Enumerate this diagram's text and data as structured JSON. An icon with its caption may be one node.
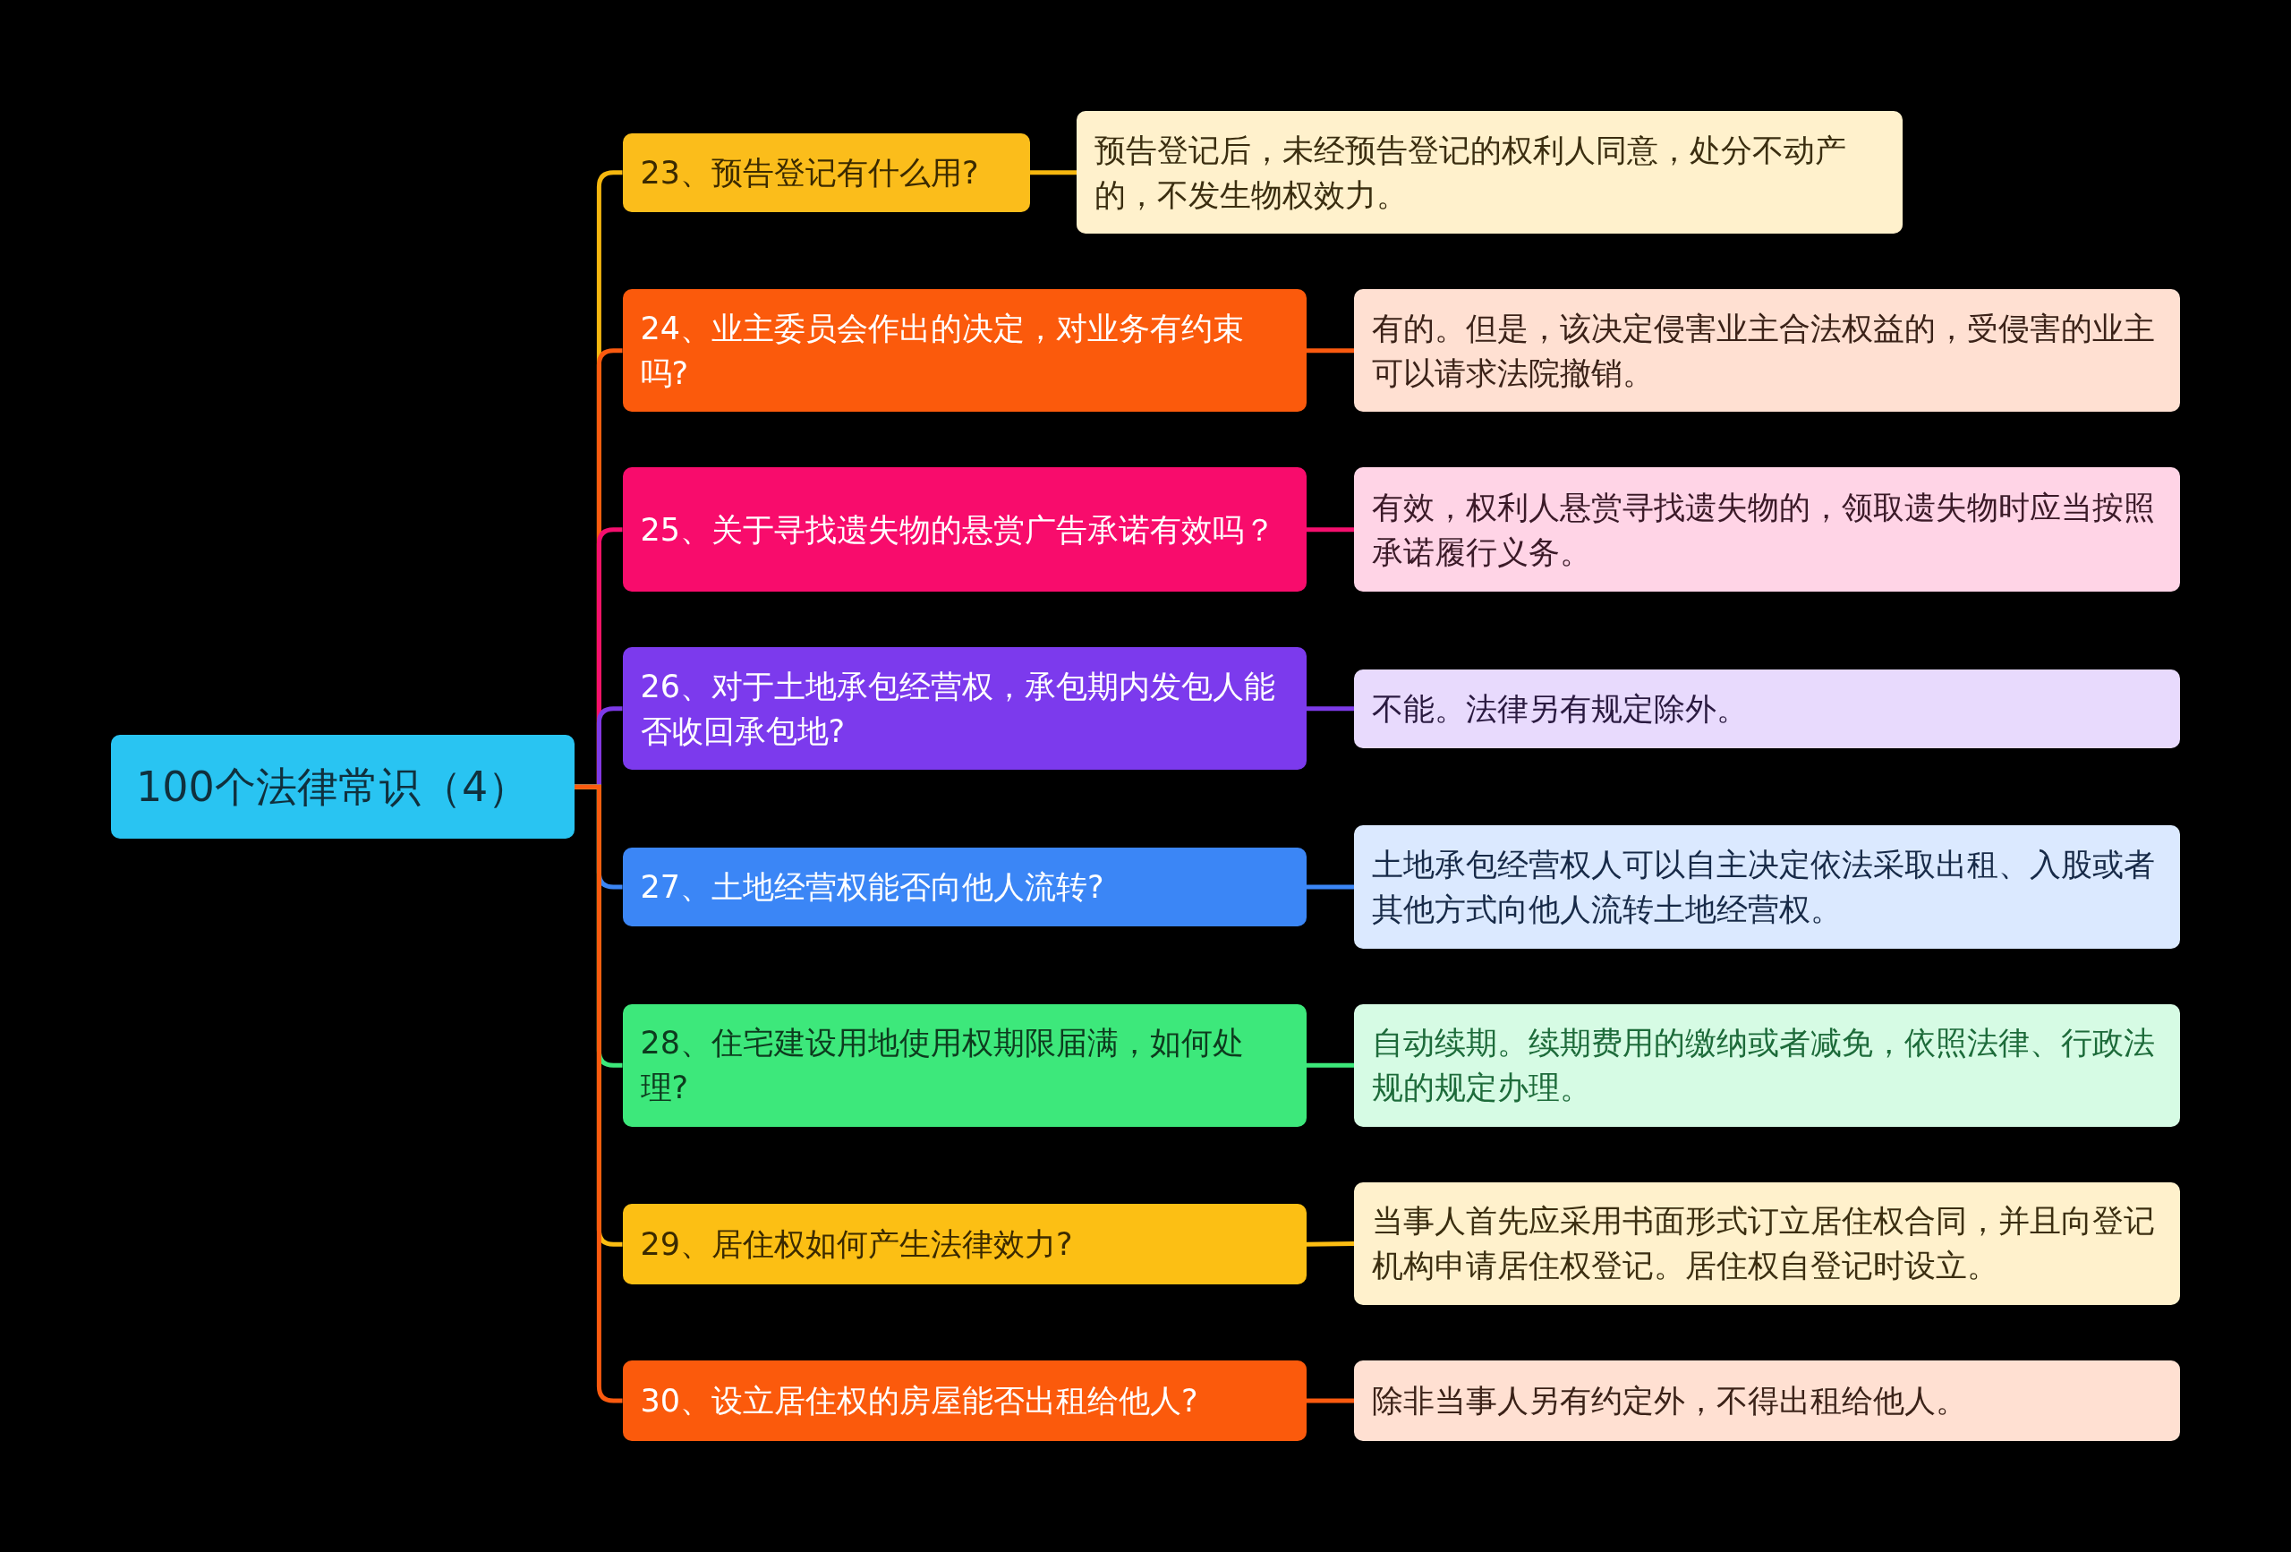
{
  "diagram": {
    "nodes": [
      {
        "text": [
          "100个法律常识（4）"
        ]
      },
      {
        "text": [
          "23、预告登记有什么用?"
        ]
      },
      {
        "text": [
          "预告登记后，未经预告登记的权利人同意，处分不动产的，不发生物权效力。"
        ]
      },
      {
        "text": [
          "24、业主委员会作出的决定，对业务有约束吗?"
        ]
      },
      {
        "text": [
          "有的。但是，该决定侵害业主合法权益的，受侵害的业主可以请求法院撤销。"
        ]
      },
      {
        "text": [
          "25、关于寻找遗失物的悬赏广告承诺有效吗？"
        ]
      },
      {
        "text": [
          "有效，权利人悬赏寻找遗失物的，领取遗失物时应当按照承诺履行义务。"
        ]
      },
      {
        "text": [
          "26、对于土地承包经营权，承包期内发包人能否收回承包地?"
        ]
      },
      {
        "text": [
          "不能。法律另有规定除外。"
        ]
      },
      {
        "text": [
          "27、土地经营权能否向他人流转?"
        ]
      },
      {
        "text": [
          "土地承包经营权人可以自主决定依法采取出租、入股或者其他方式向他人流转土地经营权。"
        ]
      },
      {
        "text": [
          "28、住宅建设用地使用权期限届满，如何处理?"
        ]
      },
      {
        "text": [
          "自动续期。续期费用的缴纳或者减免，依照法律、行政法规的规定办理。"
        ]
      },
      {
        "text": [
          "29、居住权如何产生法律效力?"
        ]
      },
      {
        "text": [
          "当事人首先应采用书面形式订立居住权合同，并且向登记机构申请居住权登记。居住权自登记时设立。"
        ]
      },
      {
        "text": [
          "30、设立居住权的房屋能否出租给他人?"
        ]
      },
      {
        "text": [
          "除非当事人另有约定外，不得出租给他人。"
        ]
      }
    ],
    "edges": [
      {
        "from": 0,
        "to": 1,
        "arrow": "none",
        "color": "#f5b70f"
      },
      {
        "from": 1,
        "to": 2,
        "arrow": "none",
        "color": "#f5b70f"
      },
      {
        "from": 0,
        "to": 3,
        "arrow": "none",
        "color": "#fa5a0f"
      },
      {
        "from": 3,
        "to": 4,
        "arrow": "none",
        "color": "#fa5a0f"
      },
      {
        "from": 0,
        "to": 5,
        "arrow": "none",
        "color": "#f50f6e"
      },
      {
        "from": 5,
        "to": 6,
        "arrow": "none",
        "color": "#f50f6e"
      },
      {
        "from": 0,
        "to": 7,
        "arrow": "none",
        "color": "#7d3ae8"
      },
      {
        "from": 7,
        "to": 8,
        "arrow": "none",
        "color": "#7d3ae8"
      },
      {
        "from": 0,
        "to": 9,
        "arrow": "none",
        "color": "#3b86f5"
      },
      {
        "from": 9,
        "to": 10,
        "arrow": "none",
        "color": "#3b86f5"
      },
      {
        "from": 0,
        "to": 11,
        "arrow": "none",
        "color": "#3ce87a"
      },
      {
        "from": 11,
        "to": 12,
        "arrow": "none",
        "color": "#3ce87a"
      },
      {
        "from": 0,
        "to": 13,
        "arrow": "none",
        "color": "#fcbd12"
      },
      {
        "from": 13,
        "to": 14,
        "arrow": "none",
        "color": "#fcbd12"
      },
      {
        "from": 0,
        "to": 15,
        "arrow": "none",
        "color": "#fa5a0f"
      },
      {
        "from": 15,
        "to": 16,
        "arrow": "none",
        "color": "#fa5a0f"
      }
    ]
  }
}
